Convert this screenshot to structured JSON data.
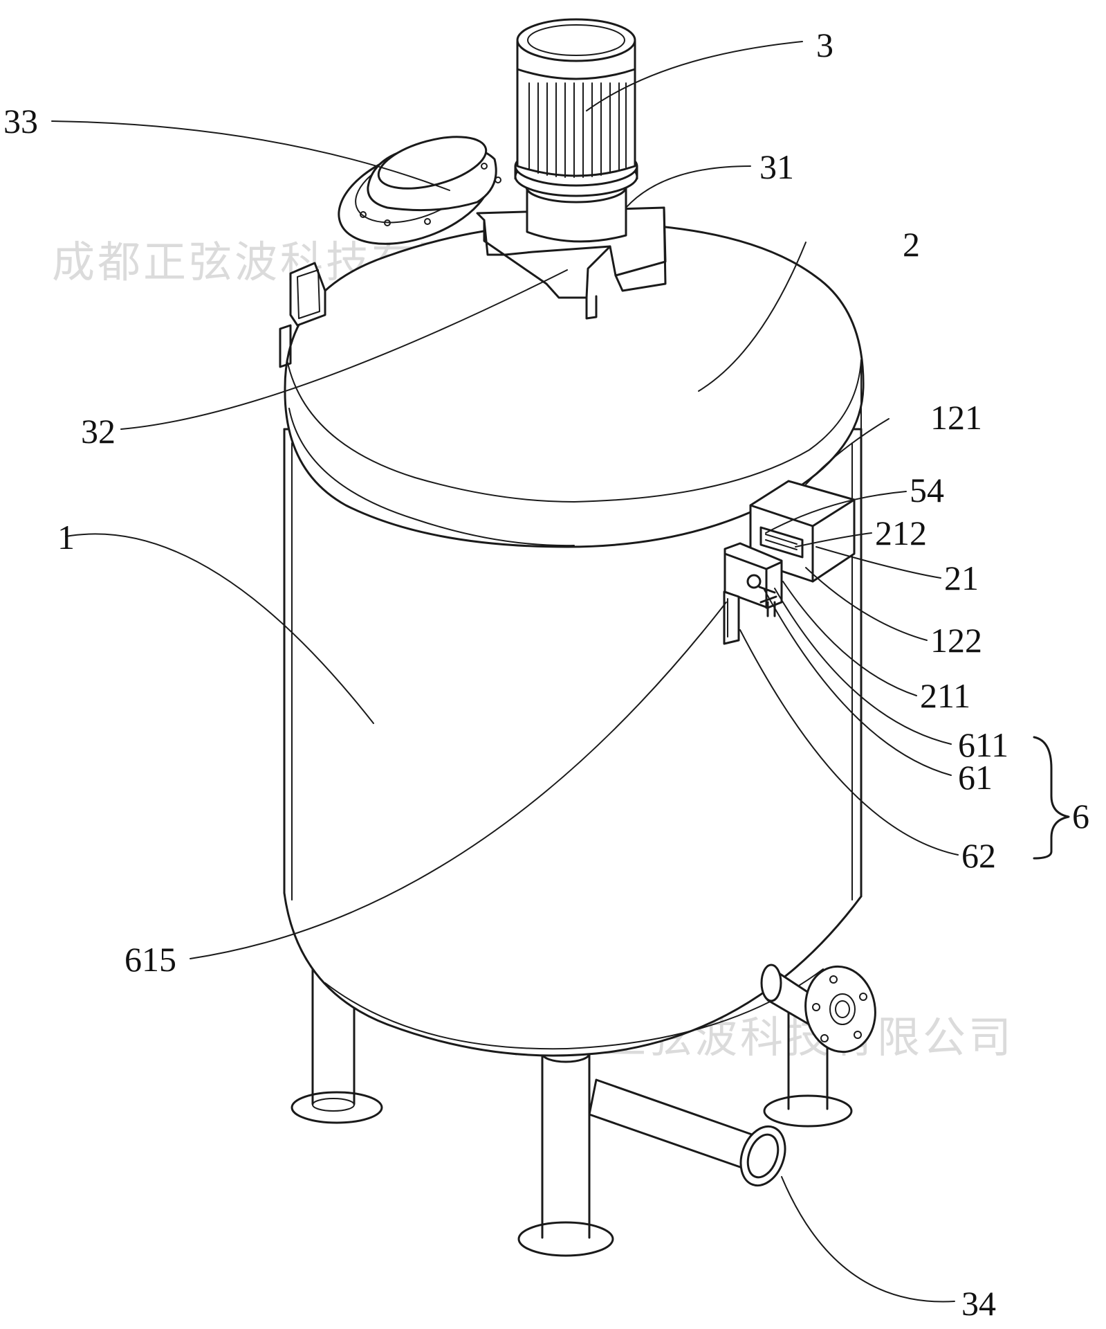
{
  "watermark": "成都正弦波科技有限公司",
  "labels": {
    "l3": "3",
    "l33": "33",
    "l31": "31",
    "l2": "2",
    "l32": "32",
    "l121": "121",
    "l54": "54",
    "l212": "212",
    "l1": "1",
    "l21": "21",
    "l122": "122",
    "l211": "211",
    "l611": "611",
    "l61": "61",
    "l6": "6",
    "l62": "62",
    "l615": "615",
    "l34": "34"
  },
  "colors": {
    "line": "#1a1a1a",
    "watermark": "#cfcfcf",
    "background": "#ffffff"
  }
}
